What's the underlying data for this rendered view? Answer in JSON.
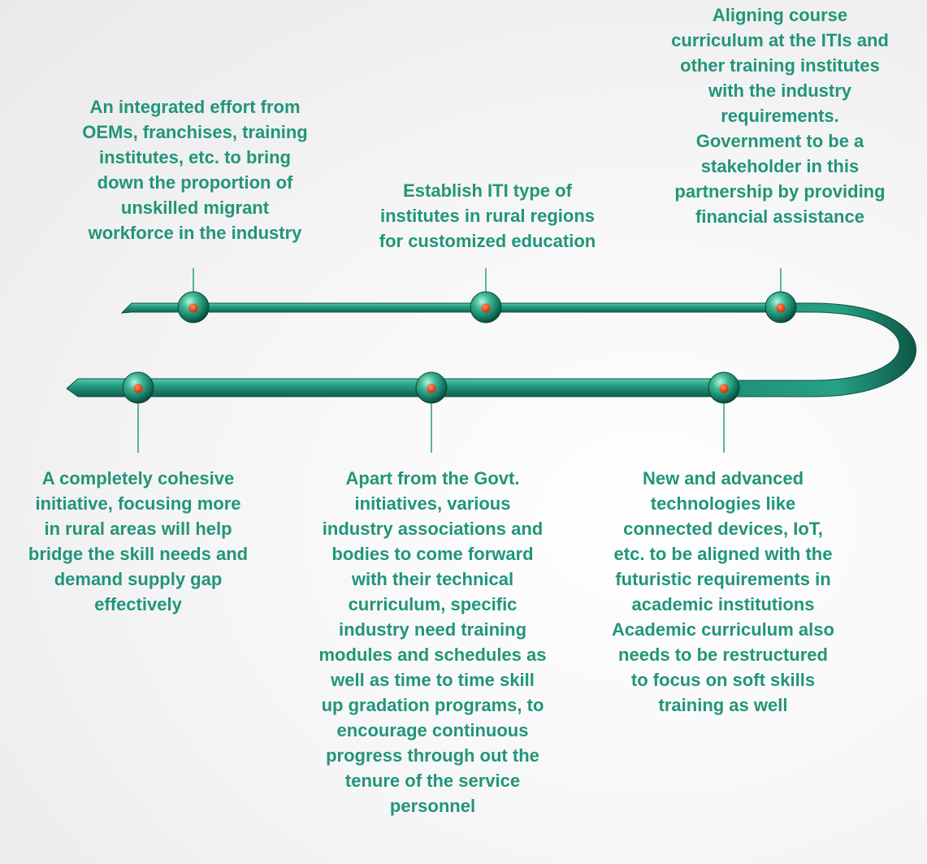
{
  "colors": {
    "text": "#21957a",
    "track": "#1f8f76",
    "track_dark": "#0f5e4c",
    "track_light": "#5cc9a9",
    "dot": "#ef4a1c",
    "connector": "#2a9c82"
  },
  "steps": [
    {
      "text": "An integrated effort from\nOEMs, franchises, training\ninstitutes, etc.  to bring\ndown the proportion of\nunskilled migrant\nworkforce in the industry"
    },
    {
      "text": "Establish ITI type of\ninstitutes in rural regions\nfor customized education"
    },
    {
      "text": "Aligning course\ncurriculum at the ITIs and\nother training institutes\nwith the industry\nrequirements.\nGovernment to be a\nstakeholder in this\npartnership by providing\nfinancial assistance"
    },
    {
      "text": "A completely cohesive\ninitiative, focusing more\nin rural areas will help\nbridge the skill needs and\ndemand supply gap\neffectively"
    },
    {
      "text": "Apart from the Govt.\ninitiatives, various\nindustry associations and\nbodies to come forward\nwith their technical\ncurriculum, specific\nindustry need training\nmodules and schedules as\nwell as time to time skill\nup gradation programs, to\nencourage continuous\nprogress through out the\ntenure of the service\npersonnel"
    },
    {
      "text": "New and advanced\ntechnologies like\nconnected devices, IoT,\netc. to be aligned with the\nfuturistic requirements in\nacademic institutions\nAcademic curriculum also\nneeds to be restructured\nto focus on soft skills\ntraining as well"
    }
  ]
}
